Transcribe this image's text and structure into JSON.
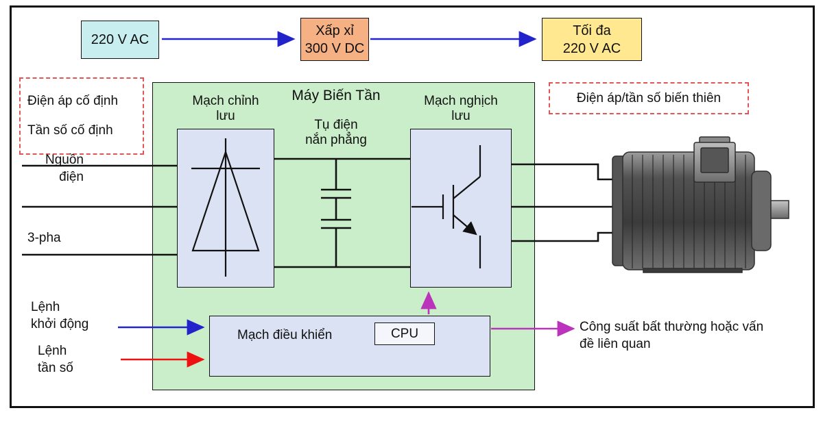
{
  "colors": {
    "input_box": "#c8eef0",
    "dc_box": "#f5b183",
    "output_box": "#ffe88f",
    "inverter_bg": "#cbeeca",
    "component_bg": "#dbe2f4",
    "dashed_border": "#e05555",
    "arrow_blue": "#2323cc",
    "arrow_red": "#ee1111",
    "arrow_magenta": "#bb33bb",
    "wire": "#111111"
  },
  "top_flow": {
    "input_voltage": "220 V AC",
    "dc_link": "Xấp xỉ\n300 V DC",
    "output_voltage": "Tối đa\n220 V AC"
  },
  "annotations": {
    "fixed_left_line1": "Điện áp cố định",
    "fixed_left_line2": "Tần số cố định",
    "variable_right": "Điện áp/tần số biến thiên",
    "fault_output": "Công suất bất thường hoặc vấn\nđề liên quan"
  },
  "inverter": {
    "title": "Máy Biến Tần",
    "rectifier_label": "Mạch chỉnh\nlưu",
    "capacitor_label": "Tụ điện\nnắn phẳng",
    "inverter_label": "Mạch nghịch\nlưu",
    "control_label": "Mạch điều khiển",
    "cpu_label": "CPU"
  },
  "inputs": {
    "power_source": "Nguồn\nđiện",
    "three_phase": "3-pha",
    "start_command": "Lệnh\nkhởi động",
    "frequency_command": "Lệnh\ntần số"
  }
}
